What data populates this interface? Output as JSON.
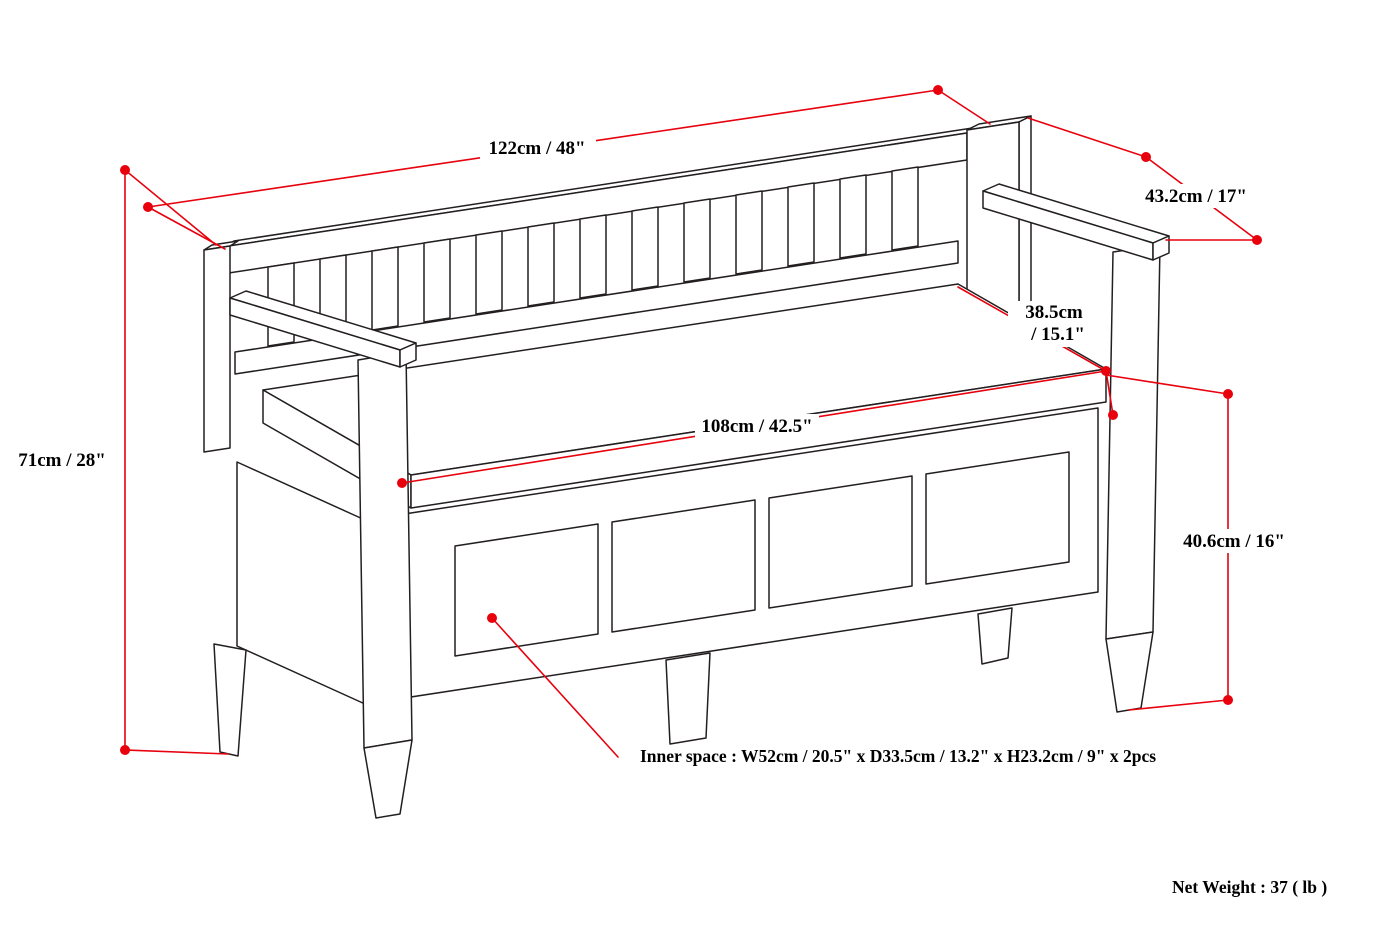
{
  "colors": {
    "dimension": "#e8000d",
    "line": "#231f20"
  },
  "labels": {
    "width": "122cm / 48\"",
    "depth": "43.2cm / 17\"",
    "seat_depth_line1": "38.5cm",
    "seat_depth_line2": "/ 15.1\"",
    "inner_width": "108cm / 42.5\"",
    "overall_height": "71cm / 28\"",
    "seat_height": "40.6cm / 16\"",
    "inner_space": "Inner space : W52cm / 20.5\" x D33.5cm / 13.2\" x H23.2cm / 9\" x 2pcs",
    "net_weight": "Net Weight : 37 ( lb )"
  }
}
